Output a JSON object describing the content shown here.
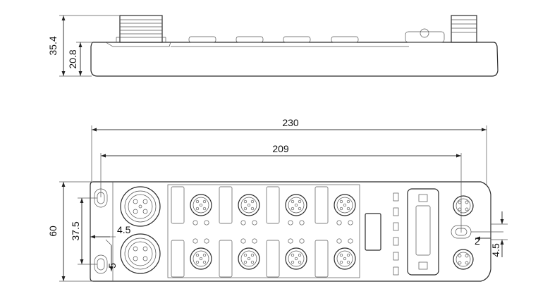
{
  "side_view": {
    "dimensions": {
      "total_height": "35.4",
      "body_height": "20.8"
    }
  },
  "top_view": {
    "dimensions": {
      "total_length": "230",
      "hole_spacing_length": "209",
      "height": "60",
      "hole_spacing_height": "37.5",
      "hole_offset_x": "4.5",
      "hole_edge_offset": "5",
      "slot_width": "2",
      "slot_offset": "4.5"
    },
    "io_ports": 8,
    "status_leds": 6
  }
}
